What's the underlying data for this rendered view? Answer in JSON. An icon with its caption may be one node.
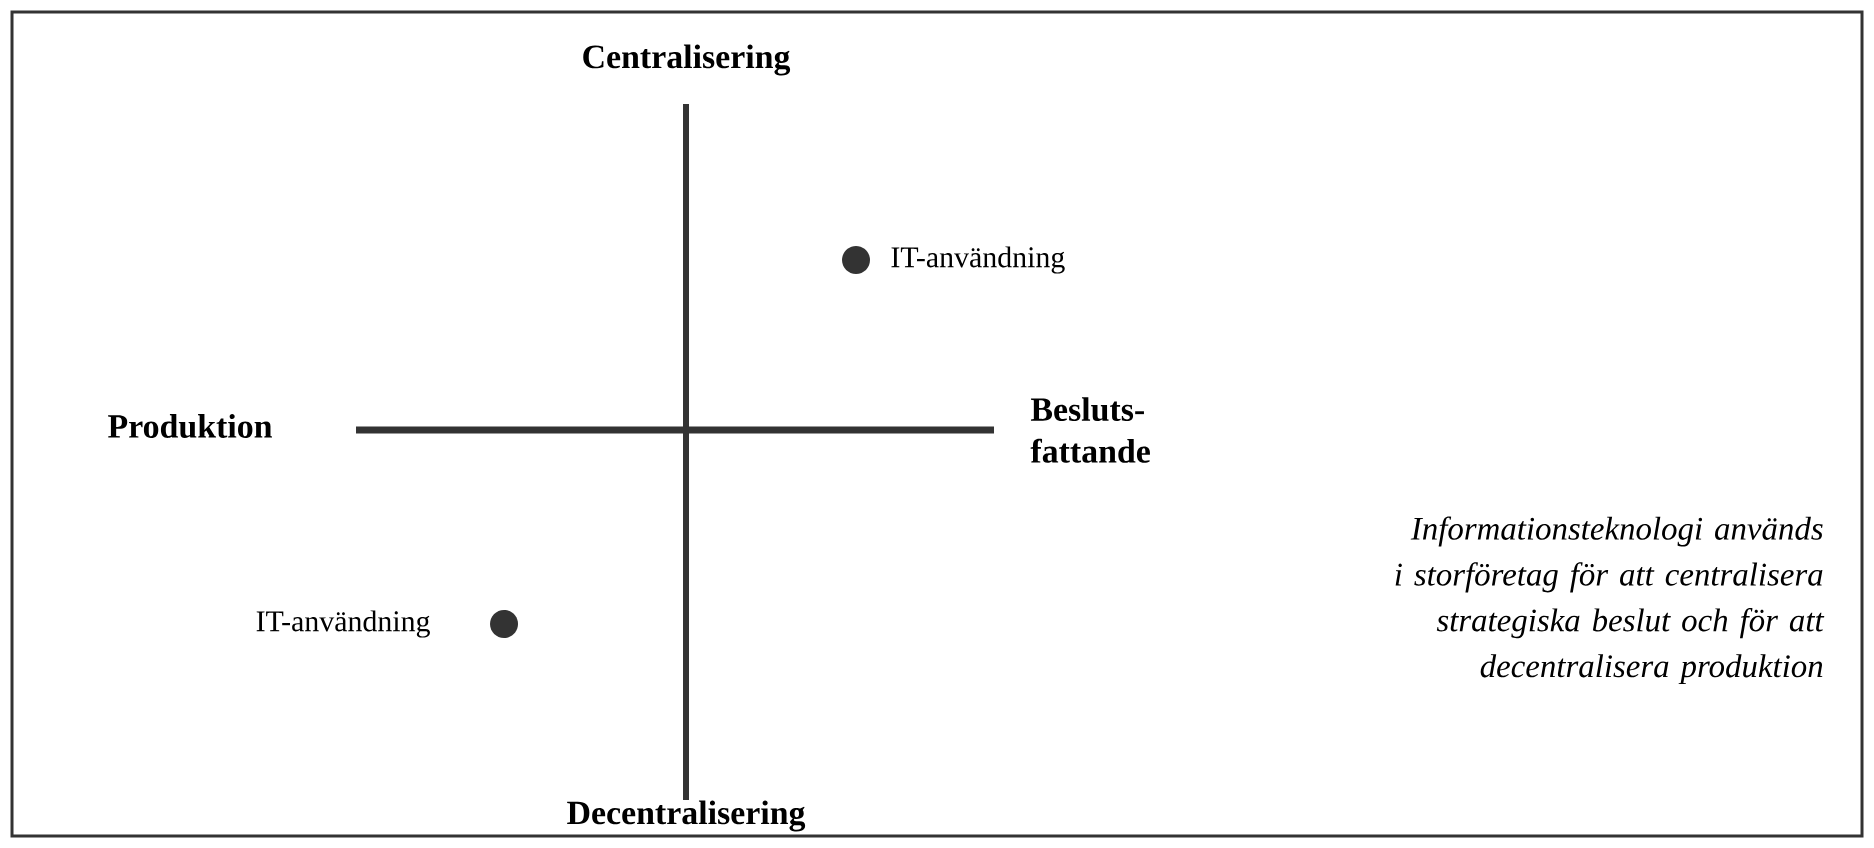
{
  "diagram": {
    "caption": "Informationsteknologi används i storföretag för att centralisera strategiska beslut och för att decentralisera produktion",
    "nodes": [
      {
        "text": [],
        "shape": "circle",
        "beside": [
          "IT-användning"
        ]
      },
      {
        "text": [],
        "shape": "circle",
        "beside": [
          "IT-användning"
        ]
      }
    ],
    "labels": [
      "Centralisering",
      "Produktion",
      "Besluts-fattande",
      "Decentralisering"
    ]
  }
}
